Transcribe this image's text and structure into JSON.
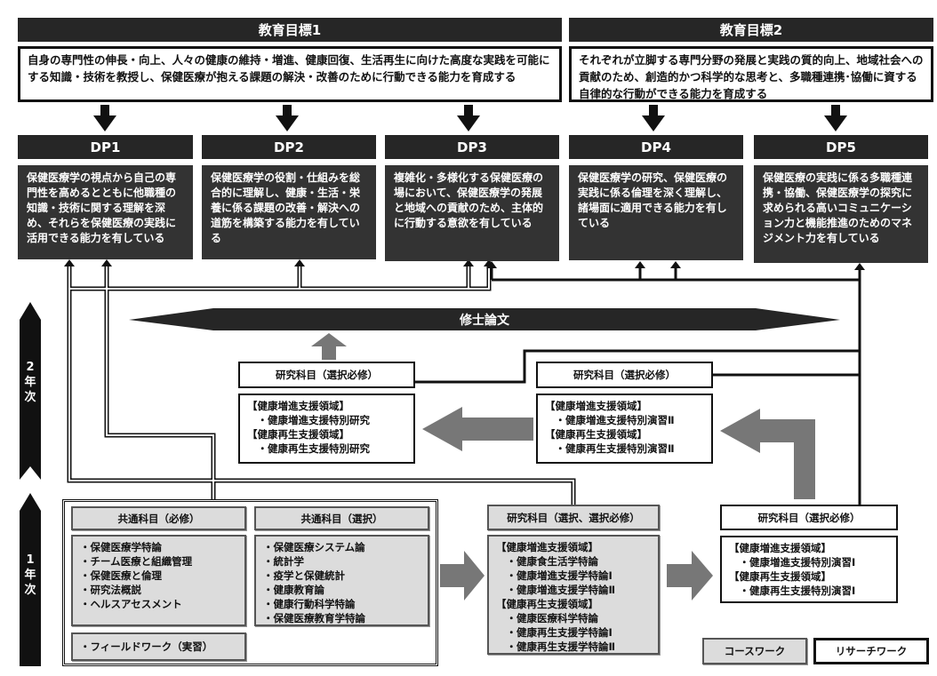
{
  "goals": [
    {
      "title": "教育目標1",
      "text": "自身の専門性の伸長・向上、人々の健康の維持・増進、健康回復、生活再生に向けた高度な実践を可能にする知識・技術を教授し、保健医療が抱える課題の解決・改善のために行動できる能力を育成する"
    },
    {
      "title": "教育目標2",
      "text": "それぞれが立脚する専門分野の発展と実践の質的向上、地域社会への貢献のため、創造的かつ科学的な思考と、多職種連携･協働に資する自律的な行動ができる能力を育成する"
    }
  ],
  "dps": [
    {
      "title": "DP1",
      "text": "保健医療学の視点から自己の専門性を高めるとともに他職種の知識・技術に関する理解を深め、それらを保健医療の実践に活用できる能力を有している"
    },
    {
      "title": "DP2",
      "text": "保健医療学の役割・仕組みを総合的に理解し、健康・生活・栄養に係る課題の改善・解決への道筋を構築する能力を有している"
    },
    {
      "title": "DP3",
      "text": "複雑化・多様化する保健医療の場において、保健医療学の発展と地域への貢献のため、主体的に行動する意欲を有している"
    },
    {
      "title": "DP4",
      "text": "保健医療学の研究、保健医療の実践に係る倫理を深く理解し、諸場面に適用できる能力を有している"
    },
    {
      "title": "DP5",
      "text": "保健医療の実践に係る多職種連携・協働、保健医療学の探究に求められる高いコミュニケーション力と機能推進のためのマネジメント力を有している"
    }
  ],
  "thesis": "修士論文",
  "years": {
    "y2": "2\n年\n次",
    "y1": "1\n年\n次"
  },
  "year2": {
    "research_left": {
      "title": "研究科目（選択必修）",
      "items": [
        "【健康増進支援領域】",
        "　・健康増進支援特別研究",
        "【健康再生支援領域】",
        "　・健康再生支援特別研究"
      ]
    },
    "research_right": {
      "title": "研究科目（選択必修）",
      "items": [
        "【健康増進支援領域】",
        "　・健康増進支援特別演習Ⅱ",
        "【健康再生支援領域】",
        "　・健康再生支援特別演習Ⅱ"
      ]
    }
  },
  "year1": {
    "common_required": {
      "title": "共通科目（必修）",
      "items": [
        "・保健医療学特論",
        "・チーム医療と組織管理",
        "・保健医療と倫理",
        "・研究法概説",
        "・ヘルスアセスメント"
      ]
    },
    "common_elective": {
      "title": "共通科目（選択）",
      "items": [
        "・保健医療システム論",
        "・統計学",
        "・疫学と保健統計",
        "・健康教育論",
        "・健康行動科学特論",
        "・保健医療教育学特論"
      ]
    },
    "fieldwork": "・フィールドワーク（実習）",
    "research_elective": {
      "title": "研究科目（選択、選択必修）",
      "items": [
        "【健康増進支援領域】",
        "　・健康食生活学特論",
        "　・健康増進支援学特論Ⅰ",
        "　・健康増進支援学特論Ⅱ",
        "【健康再生支援領域】",
        "　・健康医療科学特論",
        "　・健康再生支援学特論Ⅰ",
        "　・健康再生支援学特論Ⅱ"
      ]
    },
    "research_required": {
      "title": "研究科目（選択必修）",
      "items": [
        "【健康増進支援領域】",
        "　・健康増進支援特別演習Ⅰ",
        "【健康再生支援領域】",
        "　・健康再生支援特別演習Ⅰ"
      ]
    }
  },
  "legend": {
    "coursework": "コースワーク",
    "researchwork": "リサーチワーク"
  },
  "colors": {
    "dark": "#262626",
    "gray_arrow": "#777777",
    "coursework_fill": "#dcdcdc"
  }
}
